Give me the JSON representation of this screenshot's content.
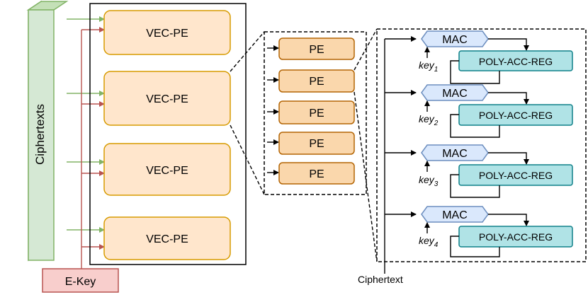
{
  "inputs": {
    "ciphertexts_label": "Ciphertexts",
    "ekey_label": "E-Key"
  },
  "vec_pe": {
    "labels": [
      "VEC-PE",
      "VEC-PE",
      "VEC-PE",
      "VEC-PE"
    ]
  },
  "pe_array": {
    "labels": [
      "PE",
      "PE",
      "PE",
      "PE",
      "PE"
    ]
  },
  "mac_units": [
    {
      "mac_label": "MAC",
      "key_base": "key",
      "key_sub": "1",
      "reg_label": "POLY-ACC-REG"
    },
    {
      "mac_label": "MAC",
      "key_base": "key",
      "key_sub": "2",
      "reg_label": "POLY-ACC-REG"
    },
    {
      "mac_label": "MAC",
      "key_base": "key",
      "key_sub": "3",
      "reg_label": "POLY-ACC-REG"
    },
    {
      "mac_label": "MAC",
      "key_base": "key",
      "key_sub": "4",
      "reg_label": "POLY-ACC-REG"
    }
  ],
  "ciphertext_input_label": "Ciphertext",
  "colors": {
    "ciphertext_fill": "#d5e8d4",
    "ciphertext_stroke": "#82b366",
    "ekey_fill": "#f8cecc",
    "ekey_stroke": "#b85450",
    "vecpe_fill": "#ffe6cc",
    "vecpe_stroke": "#d79b00",
    "pe_fill": "#fad7ac",
    "pe_stroke": "#b46504",
    "mac_fill": "#dae8fc",
    "mac_stroke": "#6c8ebf",
    "reg_fill": "#b0e3e6",
    "reg_stroke": "#0e8088"
  }
}
